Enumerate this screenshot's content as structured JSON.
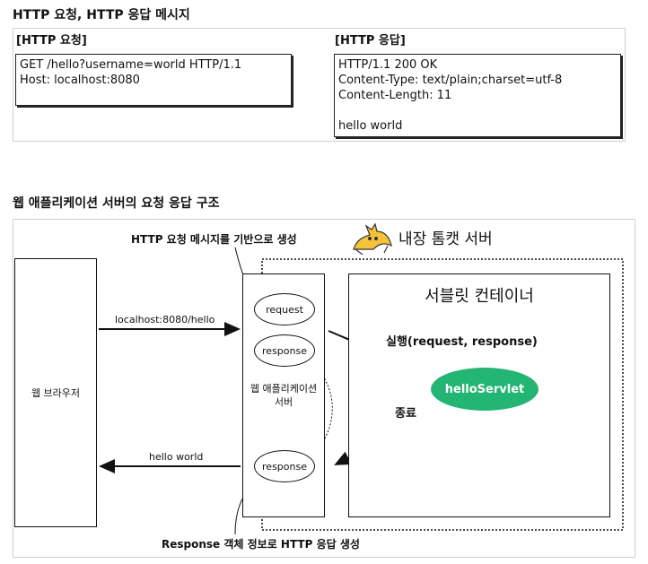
{
  "section1": {
    "title": "HTTP 요청, HTTP 응답 메시지",
    "request_label": "[HTTP 요청]",
    "response_label": "[HTTP 응답]",
    "request_lines": [
      "GET /hello?username=world HTTP/1.1",
      "Host: localhost:8080"
    ],
    "response_lines": [
      "HTTP/1.1 200 OK",
      "Content-Type: text/plain;charset=utf-8",
      "Content-Length: 11",
      "",
      "hello world"
    ]
  },
  "section2": {
    "title": "웹 애플리케이션 서버의 요청 응답 구조",
    "annot_top": "HTTP 요청 메시지를 기반으로 생성",
    "annot_bottom": "Response 객체 정보로 HTTP 응답 생성",
    "tomcat_label": "내장 톰캣 서버",
    "browser": "웹 브라우저",
    "request_url": "localhost:8080/hello",
    "response_text": "hello world",
    "was_label_1": "웹 애플리케이션",
    "was_label_2": "서버",
    "req_obj": "request",
    "res_obj": "response",
    "res_obj2": "response",
    "container": "서블릿 컨테이너",
    "execute": "실행(request, response)",
    "servlet": "helloServlet",
    "end": "종료"
  },
  "colors": {
    "servlet": "#22b573",
    "panel_border": "#cfcfcf"
  },
  "icons": {
    "tomcat": "tomcat-logo-icon"
  }
}
